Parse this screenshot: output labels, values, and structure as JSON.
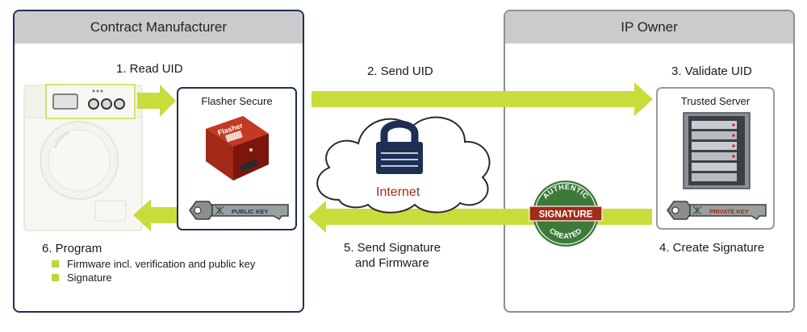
{
  "panels": {
    "contract_manufacturer": "Contract Manufacturer",
    "ip_owner": "IP Owner"
  },
  "steps": {
    "s1": "1. Read UID",
    "s2": "2. Send UID",
    "s3": "3. Validate UID",
    "s4": "4. Create Signature",
    "s5_line1": "5. Send Signature",
    "s5_line2": "and Firmware",
    "s6": "6. Program"
  },
  "program_items": [
    "Firmware incl. verification and public key",
    "Signature"
  ],
  "flasher": {
    "title": "Flasher Secure",
    "device_label": "Flasher",
    "key_label": "PUBLIC KEY"
  },
  "server": {
    "title": "Trusted Server",
    "key_label": "PRIVATE KEY"
  },
  "cloud": {
    "label": "Internet"
  },
  "seal": {
    "top": "AUTHENTIC",
    "center": "SIGNATURE",
    "bottom": "CREATED"
  },
  "colors": {
    "arrow": "#c8dc3c",
    "cm_border": "#1e2f56",
    "ip_border": "#8e8e8e",
    "cloud_text": "#a32b1a",
    "seal_green": "#3d7a3a",
    "seal_red": "#a32b1a",
    "bullet": "#bcd637"
  }
}
